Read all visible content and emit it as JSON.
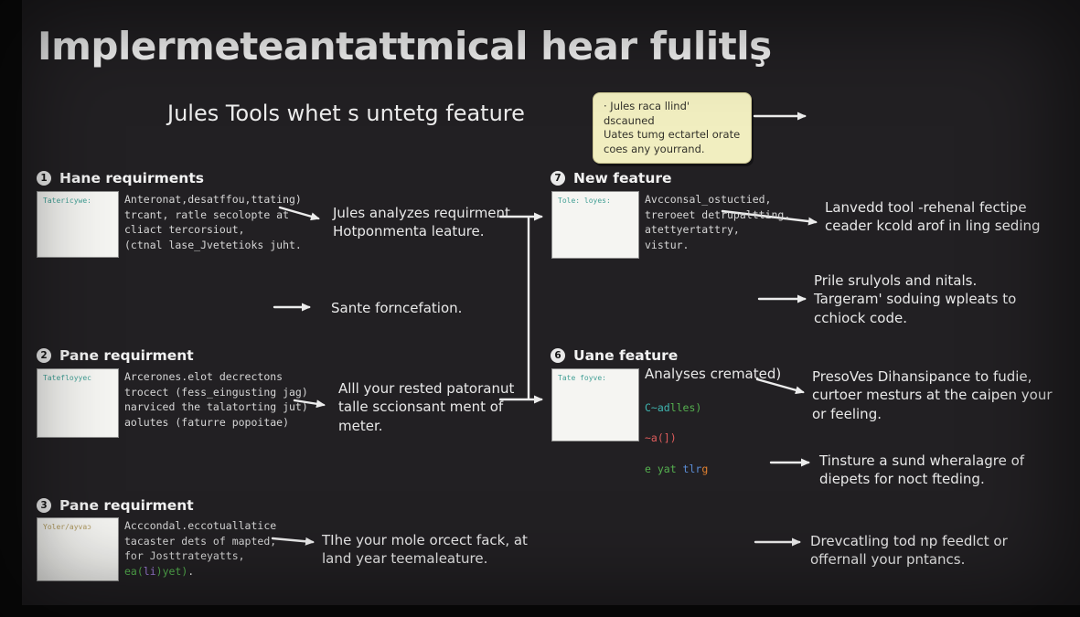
{
  "title": "Implermeteantattmical hear fulitlş",
  "subtitle": "Jules Tools whet s untetg feature",
  "note": {
    "text": "· Jules raca llind' dscauned\nUates tumg ectartel orate\ncoes any yourrand."
  },
  "sections": {
    "s1": {
      "num": "1",
      "heading": "Hane requirments",
      "box_label": "Tatericywe:",
      "code": "Anteronat,desatffou,ttating)\ntrcant, ratle secolopte at\ncliact tercorsiout,\n(ctnal lase_Jvetetioks juht."
    },
    "s2": {
      "num": "2",
      "heading": "Pane requirment",
      "box_label": "Tatefloyyec",
      "code": "Arcerones.elot decrectons\ntrocect (fess_eingusting jag)\nnarviced the talatorting jut)\naolutes (faturre popoitae)"
    },
    "s3": {
      "num": "3",
      "heading": "Pane requirment",
      "box_label": "Yoler/ayvaɔ",
      "code": "Acccondal.eccotuallatice\ntacaster dets of mapted,\nfor Josttrateyatts,",
      "code_g1": "ea(",
      "code_p": "li",
      "code_g2": ")yet)",
      "code_w": "."
    },
    "s7": {
      "num": "7",
      "heading": "New feature",
      "box_label": "Tole: loyes:",
      "code": "Avcconsal_ostuctied,\ntreroeet detrupaltting,\natettyertattry,\nvistur."
    },
    "s6": {
      "num": "6",
      "heading": "Uane feature",
      "box_label": "Tate foyve:",
      "code_line1": "Analyses cremated)",
      "c2_teal": "C~ad",
      "c2_green": "lles)",
      "c3_red": "~a(])",
      "c4_green": "e yat ",
      "c4_blue": "tlr",
      "c4_orange": "g"
    }
  },
  "annotations": {
    "a1": "Jules analyzes requirment\nHotponmenta leature.",
    "a2": "Sante forncefation.",
    "a3": "Alll your rested patoranut\ntalle sccionsant ment of\nmeter.",
    "a4": "TIhe your mole orcect fack, at\nland year teemaleature.",
    "b1": "Lanvedd tool -rehenal fectipe\nceader kcold arof in ling seding",
    "b2": "Prile srulyols and nitals.\nTargeram' soduing wpleats to\ncchiock code.",
    "b3": "PresoVes Dihansipance to fudie,\ncurtoer mesturs at the caipen your\nor feeling.",
    "b4": "Tinsture a sund wheralagre of\ndiepets for noct fteding.",
    "b5": "Drevcatling tod np feedlct or\noffernall your pntancs."
  },
  "colors": {
    "background": "#222023",
    "note_bg": "#f1eec0",
    "arrow": "#ececec",
    "box_label_teal": "#43a096",
    "box_label_khaki": "#b09a5e"
  }
}
